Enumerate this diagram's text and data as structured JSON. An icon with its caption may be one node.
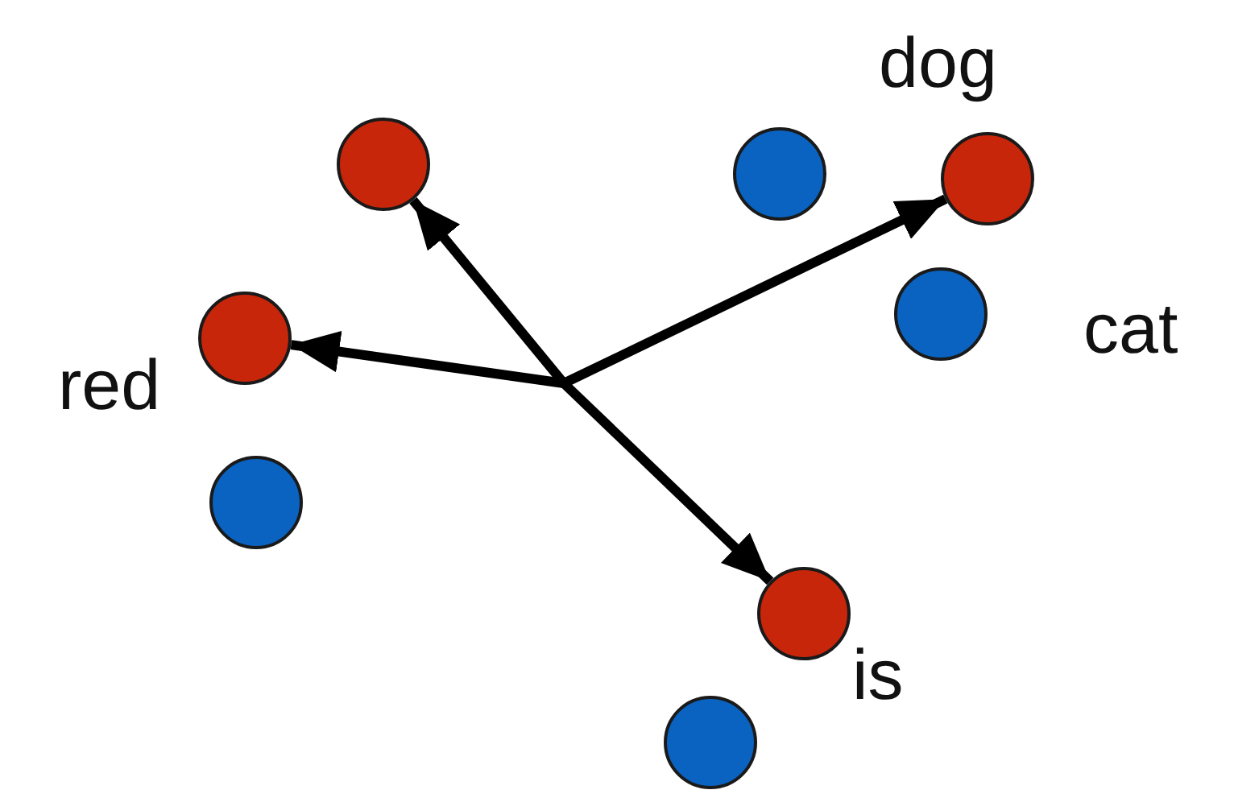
{
  "diagram": {
    "nodes": [
      {
        "text": [],
        "shape": "circle"
      },
      {
        "text": [],
        "shape": "circle"
      },
      {
        "text": [],
        "shape": "circle",
        "beside": [
          "dog"
        ]
      },
      {
        "text": [],
        "shape": "circle",
        "beside": [
          "red"
        ]
      },
      {
        "text": [],
        "shape": "circle",
        "beside": [
          "cat"
        ]
      },
      {
        "text": [],
        "shape": "circle"
      },
      {
        "text": [],
        "shape": "circle",
        "beside": [
          "is"
        ]
      },
      {
        "text": [],
        "shape": "circle"
      }
    ],
    "edges": [
      {
        "from": null,
        "to": 3,
        "arrow": "to"
      },
      {
        "from": null,
        "to": 0,
        "arrow": "to"
      },
      {
        "from": null,
        "to": 2,
        "arrow": "to"
      },
      {
        "from": null,
        "to": 6,
        "arrow": "to"
      }
    ]
  }
}
